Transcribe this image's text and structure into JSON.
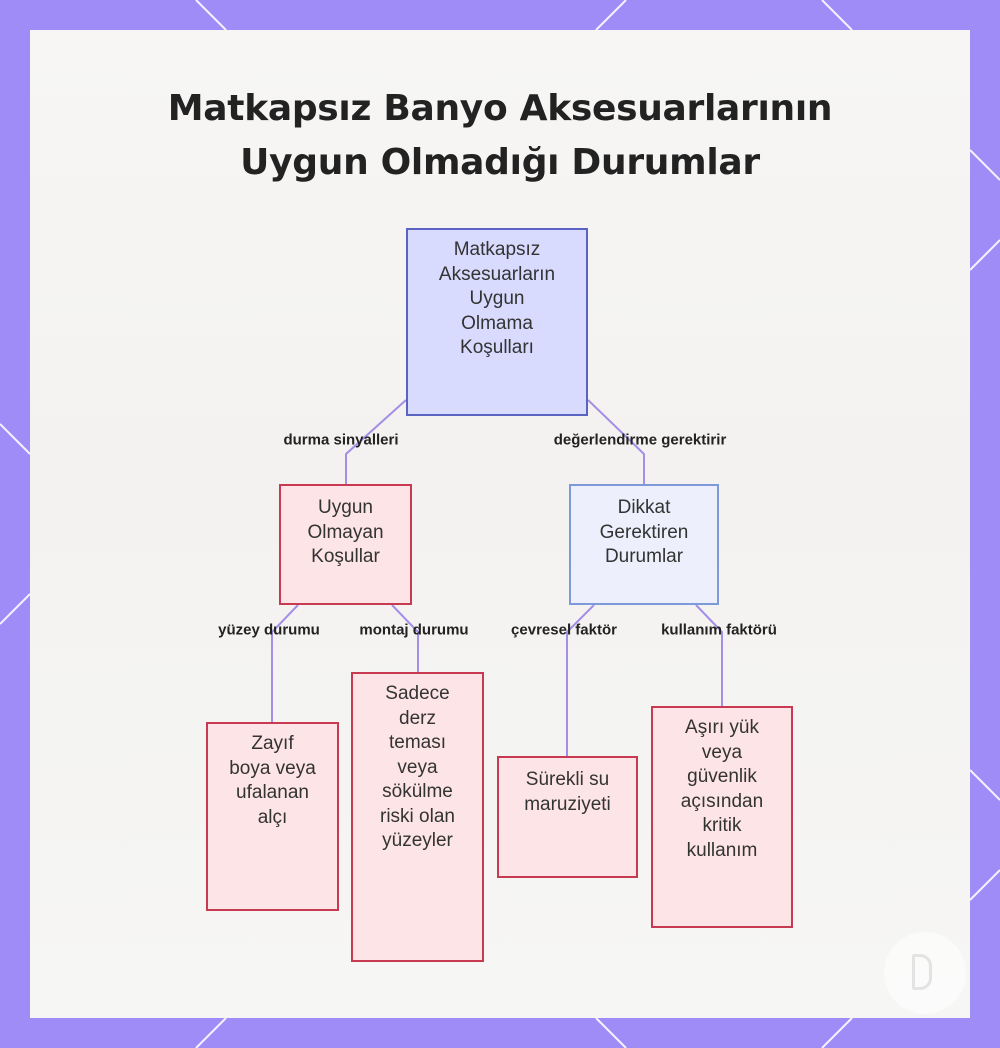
{
  "title": {
    "line1": "Matkapsız Banyo Aksesuarlarının",
    "line2": "Uygun Olmadığı Durumlar"
  },
  "nodes": {
    "root": [
      "Matkapsız",
      "Aksesuarların",
      "Uygun",
      "Olmama",
      "Koşulları"
    ],
    "unsuitable": [
      "Uygun",
      "Olmayan",
      "Koşullar"
    ],
    "attention": [
      "Dikkat",
      "Gerektiren",
      "Durumlar"
    ],
    "paint": [
      "Zayıf",
      "boya veya",
      "ufalanan",
      "alçı"
    ],
    "grout": [
      "Sadece",
      "derz",
      "teması",
      "veya",
      "sökülme",
      "riski olan",
      "yüzeyler"
    ],
    "water": [
      "Sürekli su",
      "maruziyeti"
    ],
    "load": [
      "Aşırı yük",
      "veya",
      "güvenlik",
      "açısından",
      "kritik",
      "kullanım"
    ]
  },
  "edges": {
    "stop_signals": "durma sinyalleri",
    "needs_evaluation": "değerlendirme gerektirir",
    "surface_condition": "yüzey durumu",
    "mounting_condition": "montaj durumu",
    "environmental_factor": "çevresel faktör",
    "usage_factor": "kullanım faktörü"
  },
  "colors": {
    "frame": "#a08cf7",
    "connector": "#a58ee8",
    "root_fill": "#d8dafe",
    "root_border": "#5a63c2",
    "bad_fill": "#fde4e6",
    "bad_border": "#c83a52",
    "warn_fill": "#edf0fc",
    "warn_border": "#7f9ad8"
  }
}
